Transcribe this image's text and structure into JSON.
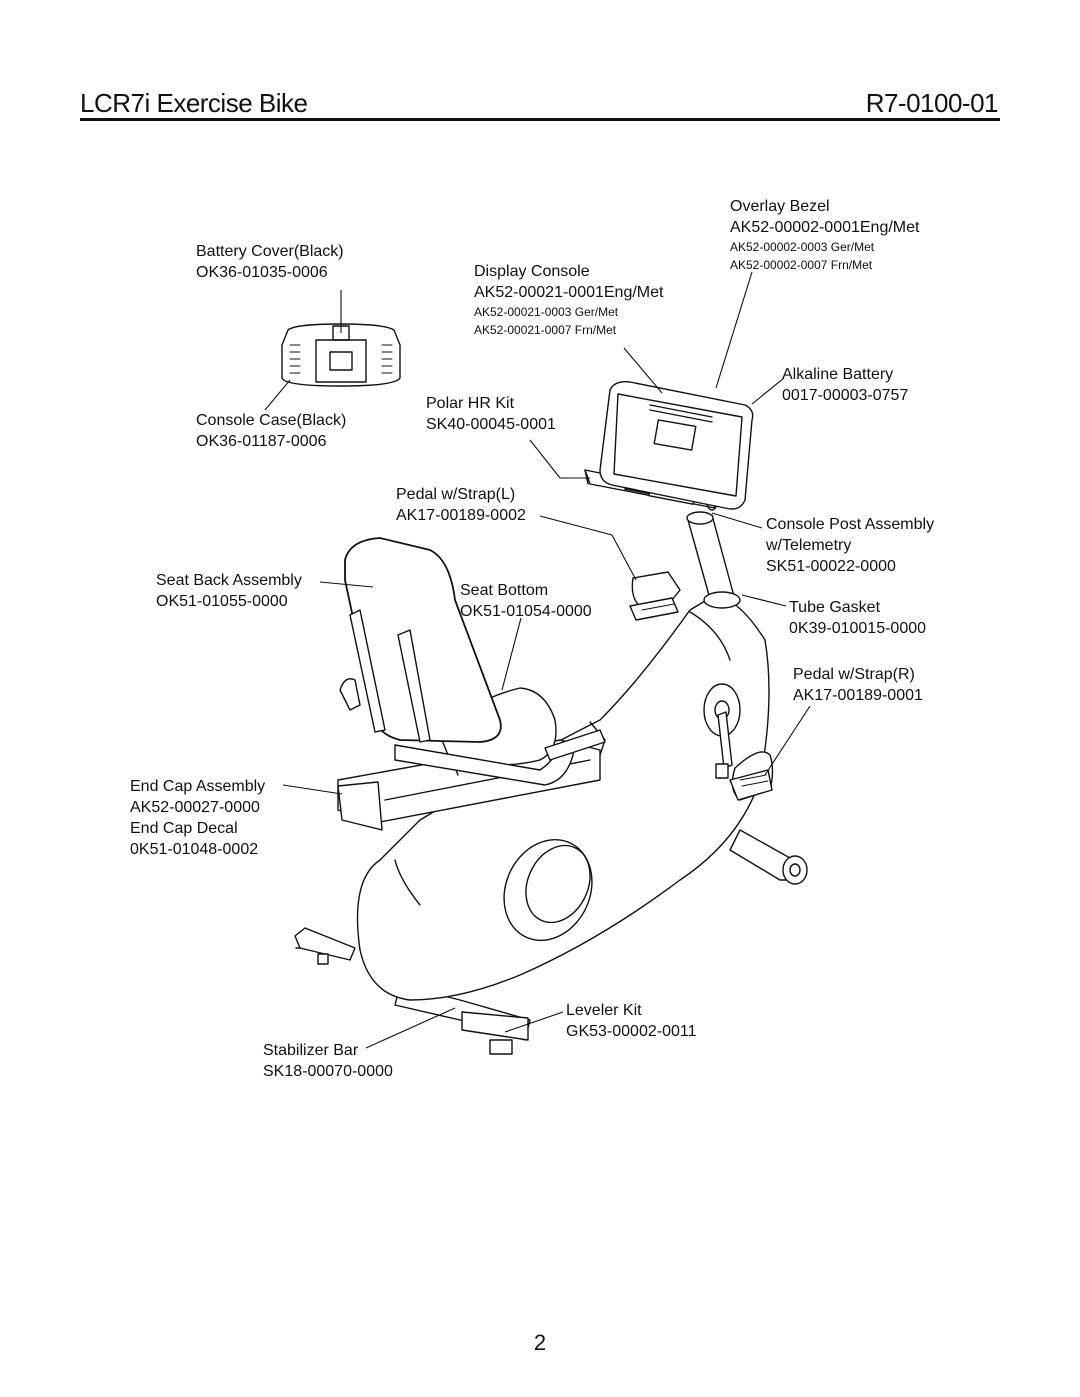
{
  "header": {
    "title": "LCR7i Exercise Bike",
    "code": "R7-0100-01"
  },
  "labels": {
    "battery_cover": {
      "name": "Battery Cover(Black)",
      "part": "OK36-01035-0006"
    },
    "console_case": {
      "name": "Console Case(Black)",
      "part": "OK36-01187-0006"
    },
    "display_console": {
      "name": "Display Console",
      "part": "AK52-00021-0001Eng/Met",
      "alt1": "AK52-00021-0003 Ger/Met",
      "alt2": "AK52-00021-0007 Frn/Met"
    },
    "overlay_bezel": {
      "name": "Overlay Bezel",
      "part": "AK52-00002-0001Eng/Met",
      "alt1": "AK52-00002-0003 Ger/Met",
      "alt2": "AK52-00002-0007 Frn/Met"
    },
    "alkaline_battery": {
      "name": "Alkaline Battery",
      "part": "0017-00003-0757"
    },
    "polar_hr_kit": {
      "name": "Polar HR Kit",
      "part": "SK40-00045-0001"
    },
    "pedal_left": {
      "name": "Pedal w/Strap(L)",
      "part": "AK17-00189-0002"
    },
    "console_post": {
      "name": "Console Post Assembly",
      "name2": "w/Telemetry",
      "part": "SK51-00022-0000"
    },
    "seat_back": {
      "name": "Seat Back Assembly",
      "part": "OK51-01055-0000"
    },
    "seat_bottom": {
      "name": "Seat Bottom",
      "part": "OK51-01054-0000"
    },
    "tube_gasket": {
      "name": "Tube Gasket",
      "part": "0K39-010015-0000"
    },
    "pedal_right": {
      "name": "Pedal w/Strap(R)",
      "part": "AK17-00189-0001"
    },
    "end_cap": {
      "name": "End Cap Assembly",
      "part": "AK52-00027-0000",
      "name2": "End Cap Decal",
      "part2": "0K51-01048-0002"
    },
    "leveler_kit": {
      "name": "Leveler Kit",
      "part": "GK53-00002-0011"
    },
    "stabilizer_bar": {
      "name": "Stabilizer Bar",
      "part": "SK18-00070-0000"
    }
  },
  "page_number": "2"
}
